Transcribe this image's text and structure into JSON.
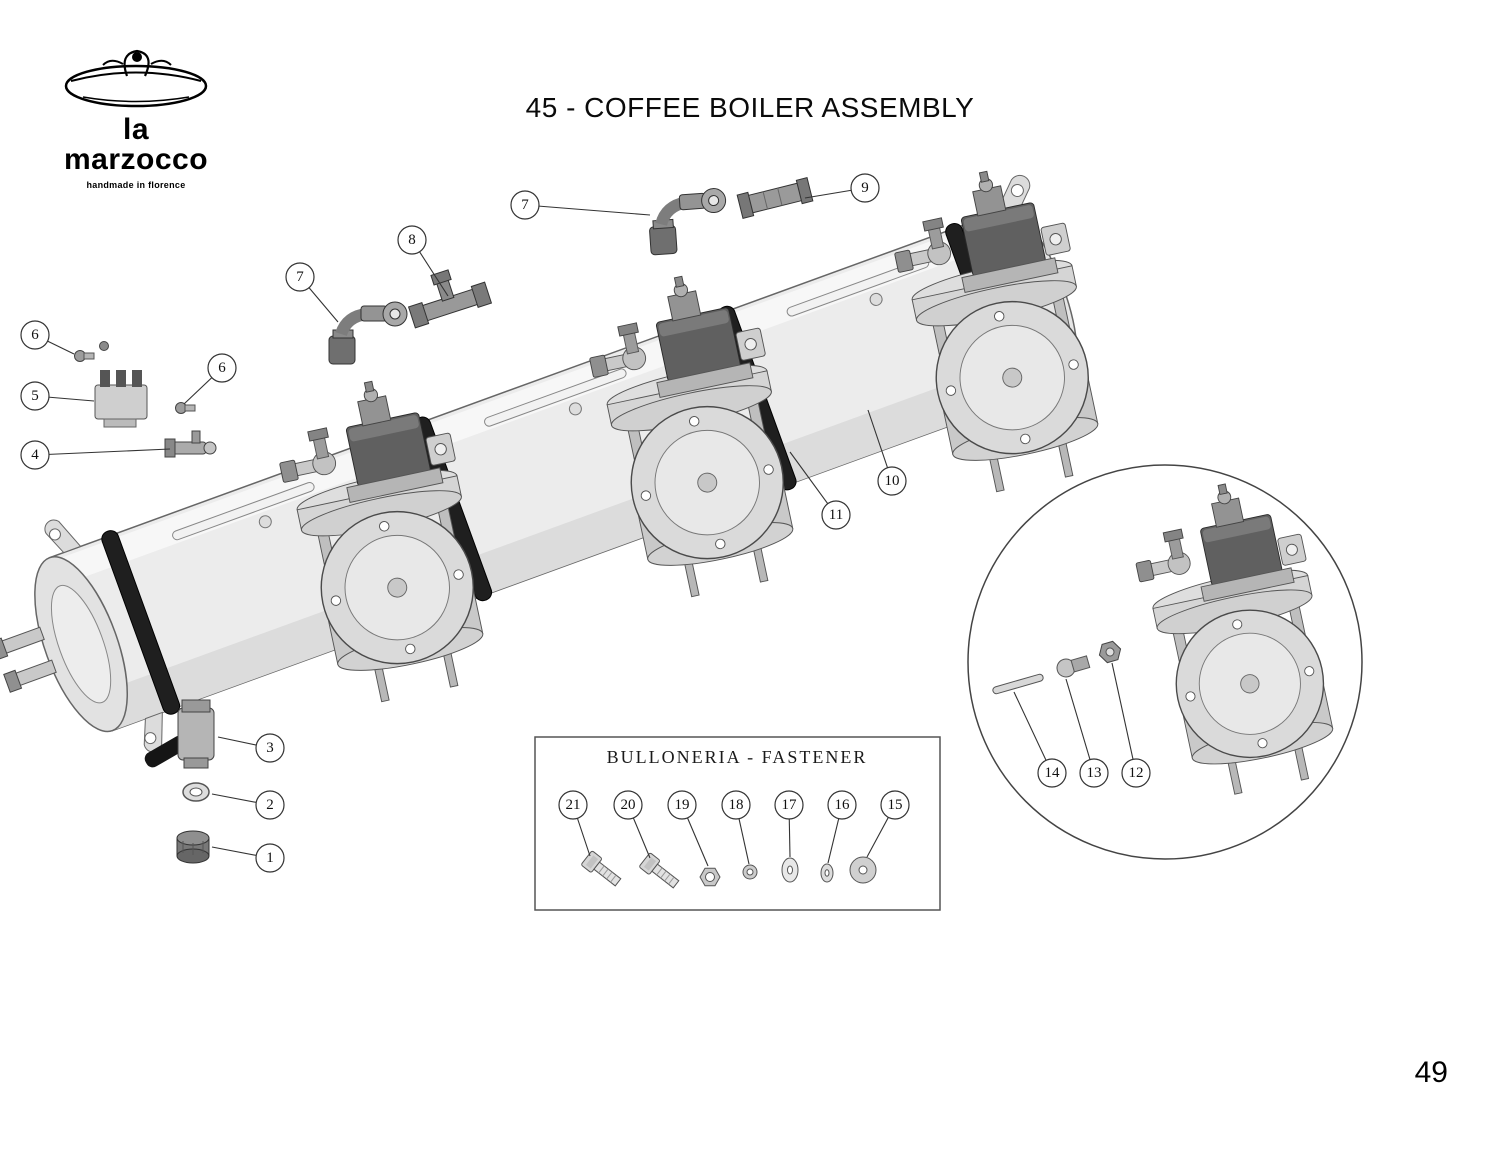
{
  "page": {
    "title": "45 - COFFEE BOILER ASSEMBLY",
    "number": "49"
  },
  "logo": {
    "brand": "la marzocco",
    "tagline": "handmade in florence"
  },
  "diagram": {
    "callouts": [
      "9",
      "7",
      "8",
      "7",
      "6",
      "6",
      "5",
      "4",
      "10",
      "11",
      "3",
      "2",
      "1"
    ],
    "fastener_box": {
      "title": "BULLONERIA - FASTENER",
      "callouts": [
        "21",
        "20",
        "19",
        "18",
        "17",
        "16",
        "15"
      ]
    },
    "detail": {
      "callouts": [
        "14",
        "13",
        "12"
      ]
    }
  }
}
